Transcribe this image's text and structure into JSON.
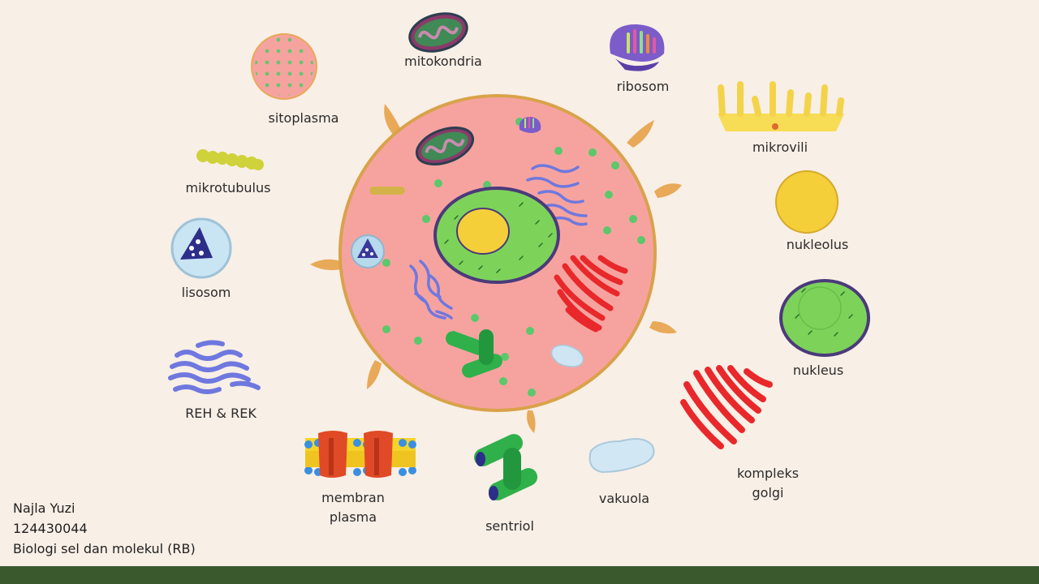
{
  "labels": {
    "mitokondria": "mitokondria",
    "sitoplasma": "sitoplasma",
    "ribosom": "ribosom",
    "mikrovili": "mikrovili",
    "mikrotubulus": "mikrotubulus",
    "nukleolus": "nukleolus",
    "lisosom": "lisosom",
    "nukleus": "nukleus",
    "reh_rek": "REH & REK",
    "kompleks_golgi_1": "kompleks",
    "kompleks_golgi_2": "golgi",
    "membran_plasma_1": "membran",
    "membran_plasma_2": "plasma",
    "vakuola": "vakuola",
    "sentriol": "sentriol"
  },
  "credits": {
    "name": "Najla Yuzi",
    "id": "124430044",
    "course": "Biologi sel dan molekul (RB)"
  },
  "colors": {
    "background": "#f8efe6",
    "footer": "#3a5a2e",
    "cytoplasm": "#f6a3a0",
    "membrane": "#d9a24a",
    "nucleus": "#7dd35a",
    "nucleolus": "#f5cf3a",
    "golgi": "#e8282a",
    "er": "#6f78de",
    "mitochondria": "#3f8a55",
    "centriole": "#2fb04a"
  }
}
